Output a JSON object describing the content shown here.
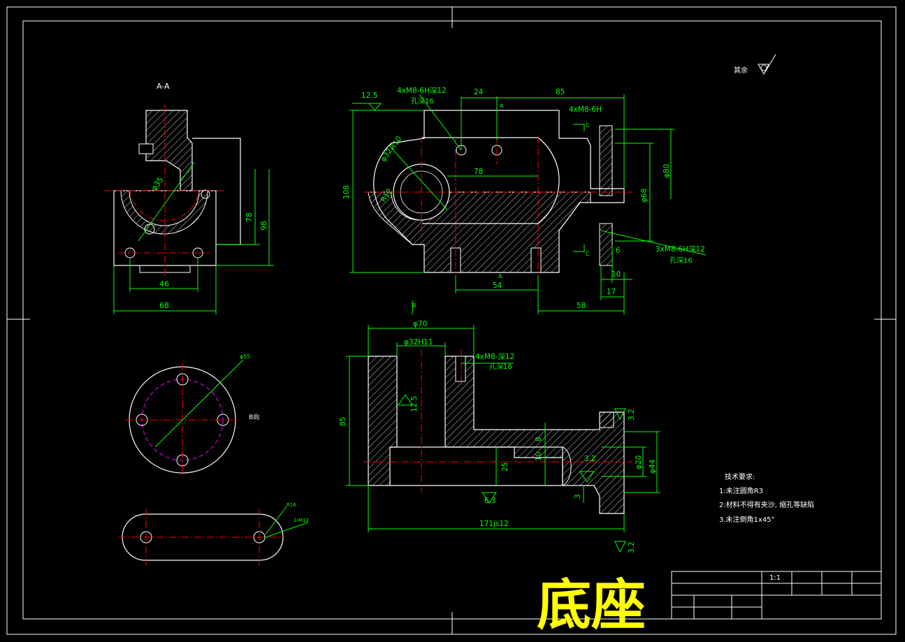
{
  "colors": {
    "background": "#000000",
    "outline": "#ffffff",
    "dimension": "#00ff00",
    "centerline": "#ff0000",
    "hidden": "#ff00ff",
    "title": "#ffff00",
    "hatch": "#ffffff"
  },
  "title_block": {
    "part_name": "底座",
    "scale": "1:1"
  },
  "surface_finish_note": "其余",
  "views": {
    "section_aa": {
      "label": "A-A",
      "dims": {
        "d35": "φ35",
        "h78": "78",
        "h98": "98",
        "w46": "46",
        "w68": "68"
      }
    },
    "front": {
      "dims": {
        "roughness": "12.5",
        "thread_top": "4xM8-6H深12",
        "thread_top_depth": "孔深16",
        "w24": "24",
        "w85": "85",
        "thread_right": "4xM8-6H",
        "h108": "108",
        "r10": "R10",
        "d32": "φ32",
        "r12": "R12",
        "w78": "78",
        "d68": "φ68",
        "d80": "φ80",
        "thread_bottom": "3xM8-6H深12",
        "thread_bottom_depth": "孔深16",
        "w6": "6",
        "w10": "10",
        "w17": "17",
        "w54": "54",
        "w58": "58",
        "sec_a": "A",
        "sec_c": "C"
      }
    },
    "section_b": {
      "label": "B",
      "dims": {
        "d70": "φ70",
        "d32h11": "φ32H11",
        "thread": "4xM8-深12",
        "thread_depth": "孔深16",
        "h85": "85",
        "r125": "12.5",
        "h25": "25",
        "w10": "10",
        "w8": "8",
        "d20": "φ20",
        "d44": "φ44",
        "r32a": "3.2",
        "r32b": "3.2",
        "r32c": "3.2",
        "r63": "6.3",
        "w3": "3",
        "w171": "171js12"
      }
    },
    "view_b": {
      "label": "B向",
      "dims": {
        "d55": "φ55"
      }
    },
    "view_c": {
      "dims": {
        "r16": "R16",
        "thread": "2-M12"
      }
    }
  },
  "technical_requirements": {
    "heading": "技术要求:",
    "items": [
      "1:未注圆角R3",
      "2:材料不得有夹沙, 缩孔等缺陷",
      "3.未注倒角1x45°"
    ]
  }
}
